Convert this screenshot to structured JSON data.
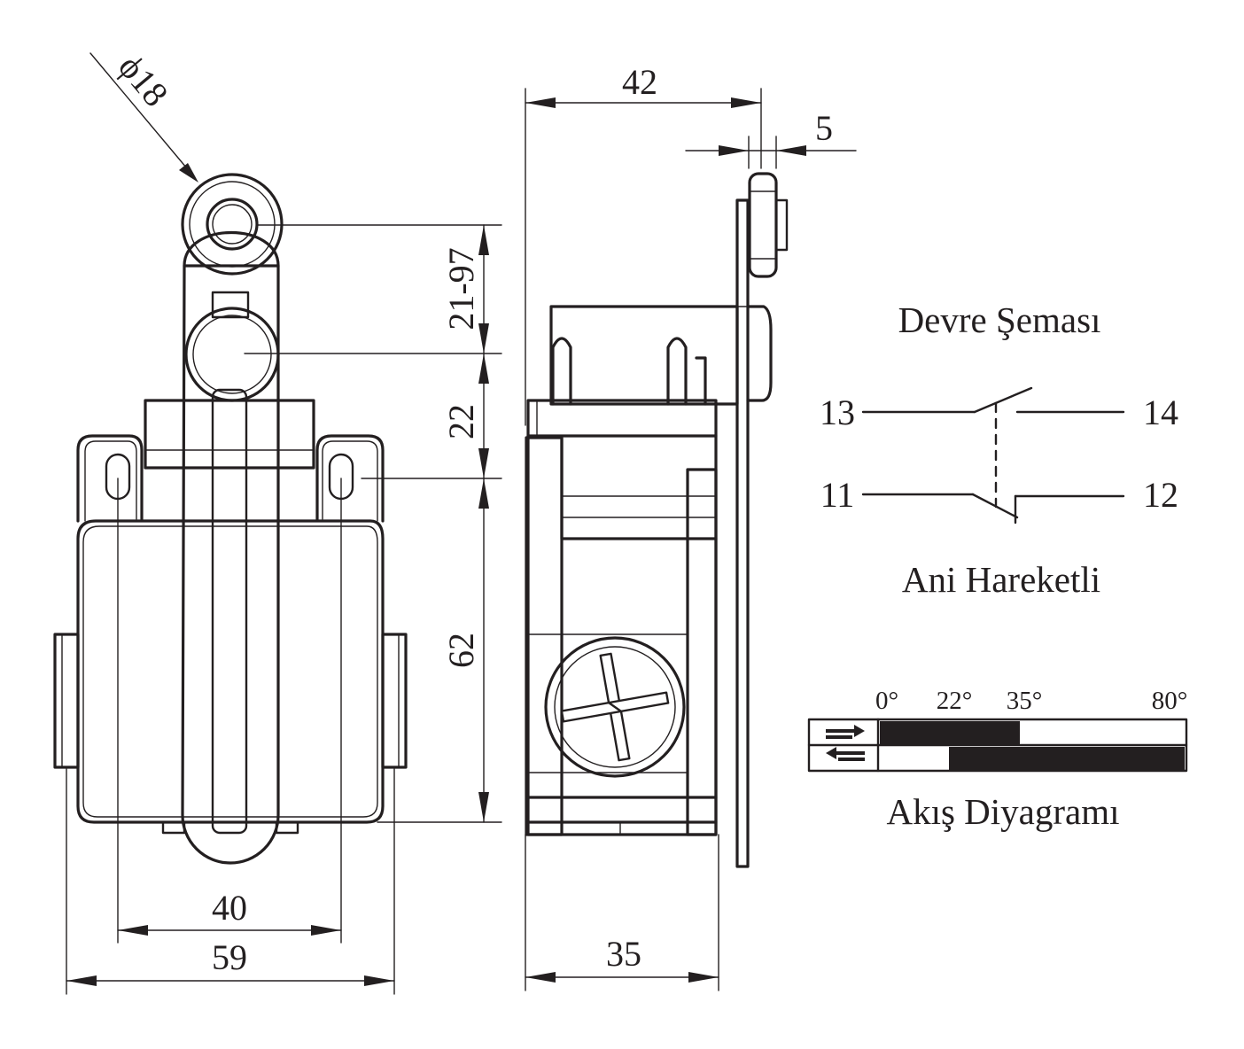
{
  "dimensions": {
    "roller_diameter": "18",
    "adjust_range": "21-97",
    "lever_offset": "22",
    "body_height": "62",
    "hole_spacing": "40",
    "body_width": "59",
    "side_depth": "42",
    "roller_width": "5",
    "side_base": "35"
  },
  "circuit": {
    "title": "Devre Şeması",
    "terminals": {
      "t13": "13",
      "t14": "14",
      "t11": "11",
      "t12": "12"
    },
    "action": "Ani Hareketli"
  },
  "flow_diagram": {
    "title": "Akış Diyagramı",
    "angles": [
      "0°",
      "22°",
      "35°",
      "80°"
    ],
    "rows": [
      {
        "direction": "forward",
        "closed_range": [
          0,
          35
        ]
      },
      {
        "direction": "return",
        "closed_range": [
          22,
          80
        ]
      }
    ]
  },
  "colors": {
    "line": "#231f20",
    "background": "#ffffff"
  }
}
